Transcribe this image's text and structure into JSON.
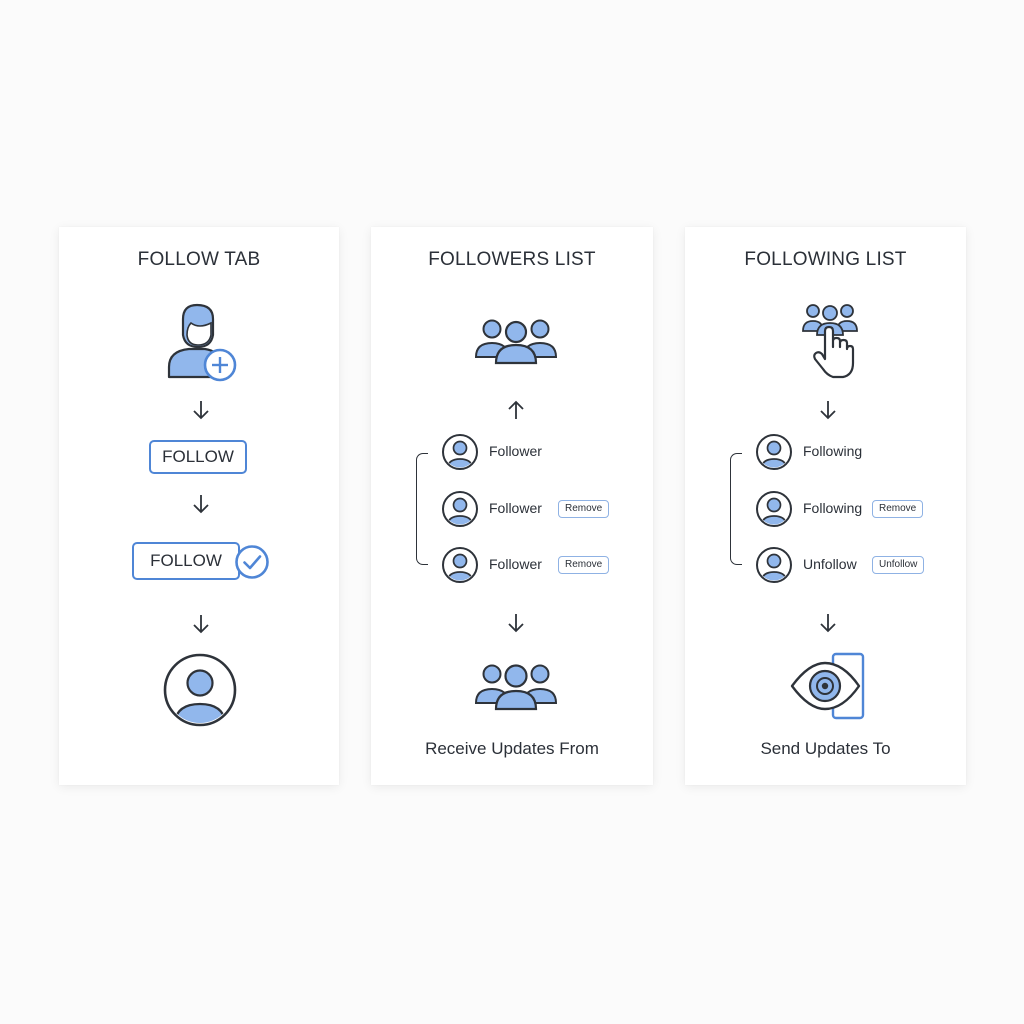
{
  "colors": {
    "accent": "#4f86d6",
    "icon_fill": "#91b7ec",
    "stroke": "#2e333a"
  },
  "panels": [
    {
      "title": "FOLLOW TAB",
      "icons": [
        "user-add-icon",
        "arrow-down-icon",
        "check-circle-icon",
        "profile-avatar-icon"
      ],
      "follow_button": "FOLLOW",
      "followed_button": "FOLLOW"
    },
    {
      "title": "FOLLOWERS LIST",
      "icons": [
        "group-icon",
        "arrow-up-icon",
        "user-avatar-icon",
        "arrow-down-icon"
      ],
      "rows": [
        {
          "label": "Follower"
        },
        {
          "label": "Follower",
          "action": "Remove"
        },
        {
          "label": "Follower",
          "action": "Remove"
        }
      ],
      "caption": "Receive Updates From"
    },
    {
      "title": "FOLLOWING LIST",
      "icons": [
        "group-pointer-icon",
        "arrow-down-icon",
        "user-avatar-icon",
        "eye-device-icon"
      ],
      "rows": [
        {
          "label": "Following"
        },
        {
          "label": "Following",
          "action": "Remove"
        },
        {
          "label": "Unfollow",
          "action": "Unfollow"
        }
      ],
      "caption": "Send Updates To"
    }
  ]
}
